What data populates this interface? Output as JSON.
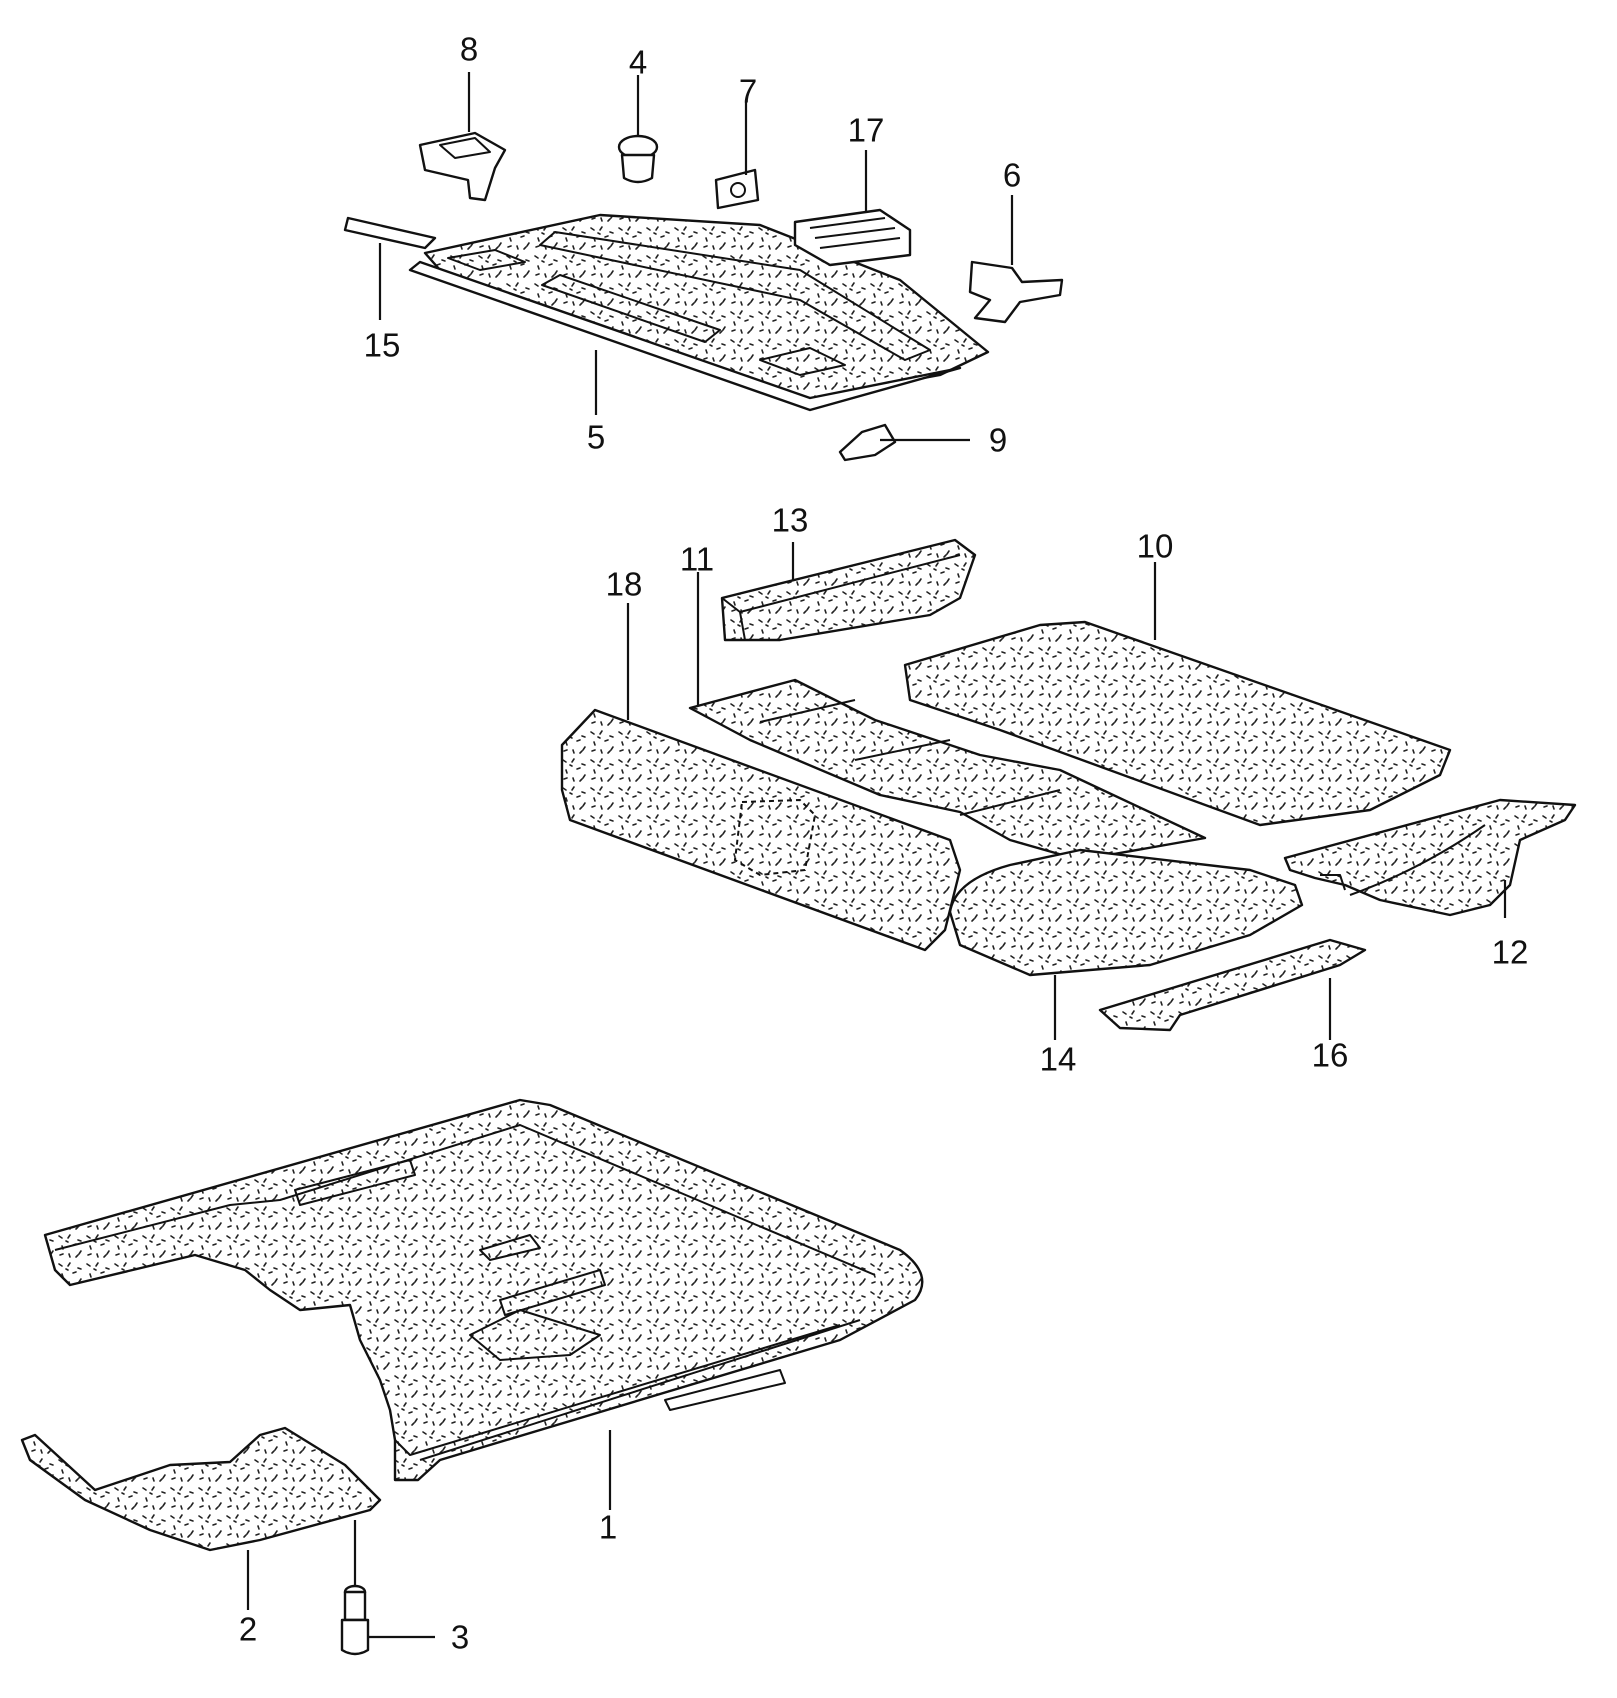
{
  "diagram": {
    "parts": [
      {
        "id": "part-1",
        "label": "1"
      },
      {
        "id": "part-2",
        "label": "2"
      },
      {
        "id": "part-3",
        "label": "3"
      },
      {
        "id": "part-4",
        "label": "4"
      },
      {
        "id": "part-5",
        "label": "5"
      },
      {
        "id": "part-6",
        "label": "6"
      },
      {
        "id": "part-7",
        "label": "7"
      },
      {
        "id": "part-8",
        "label": "8"
      },
      {
        "id": "part-9",
        "label": "9"
      },
      {
        "id": "part-10",
        "label": "10"
      },
      {
        "id": "part-11",
        "label": "11"
      },
      {
        "id": "part-12",
        "label": "12"
      },
      {
        "id": "part-13",
        "label": "13"
      },
      {
        "id": "part-14",
        "label": "14"
      },
      {
        "id": "part-15",
        "label": "15"
      },
      {
        "id": "part-16",
        "label": "16"
      },
      {
        "id": "part-17",
        "label": "17"
      },
      {
        "id": "part-18",
        "label": "18"
      }
    ],
    "colors": {
      "ink": "#111111",
      "paper": "#ffffff"
    }
  }
}
